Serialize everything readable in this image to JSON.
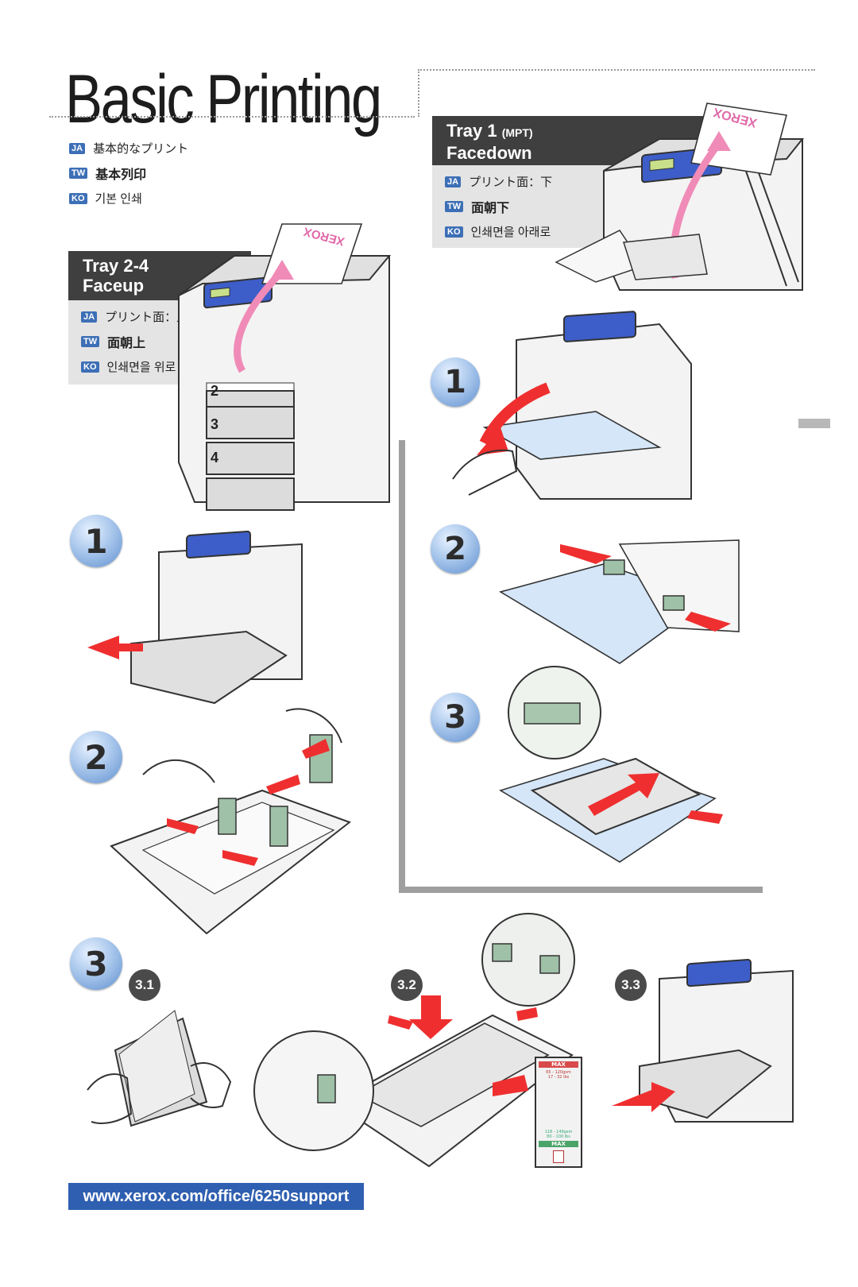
{
  "title": "Basic Printing",
  "title_translations": [
    {
      "code": "JA",
      "text": "基本的なプリント"
    },
    {
      "code": "TW",
      "text": "基本列印"
    },
    {
      "code": "KO",
      "text": "기본 인쇄"
    }
  ],
  "tray1": {
    "heading_line1": "Tray 1",
    "heading_suffix": "(MPT)",
    "heading_line2": "Facedown",
    "translations": [
      {
        "code": "JA",
        "text": "プリント面：下"
      },
      {
        "code": "TW",
        "text": "面朝下"
      },
      {
        "code": "KO",
        "text": "인쇄면을 아래로"
      }
    ]
  },
  "tray24": {
    "heading_line1": "Tray 2-4",
    "heading_line2": "Faceup",
    "translations": [
      {
        "code": "JA",
        "text": "プリント面：上"
      },
      {
        "code": "TW",
        "text": "面朝上"
      },
      {
        "code": "KO",
        "text": "인쇄면을 위로"
      }
    ],
    "drawer_numbers": [
      "2",
      "3",
      "4"
    ]
  },
  "logo_text": "XEROX",
  "steps_left": [
    "1",
    "2",
    "3"
  ],
  "steps_right": [
    "1",
    "2",
    "3"
  ],
  "substeps": [
    "3.1",
    "3.2",
    "3.3"
  ],
  "paper_label": {
    "max_top": "MAX",
    "range1": "65 - 120gsm",
    "range1_lb": "17 - 32 lbs",
    "range2": "118 - 149gsm",
    "range2_lb": "80 - 100 lbs",
    "max_bottom": "MAX"
  },
  "url": "www.xerox.com/office/6250support",
  "colors": {
    "accent_blue": "#3d6fb6",
    "arrow_red": "#ef2f2f",
    "header_dark": "#3f3f3f",
    "pink_path": "#f08bb8"
  }
}
